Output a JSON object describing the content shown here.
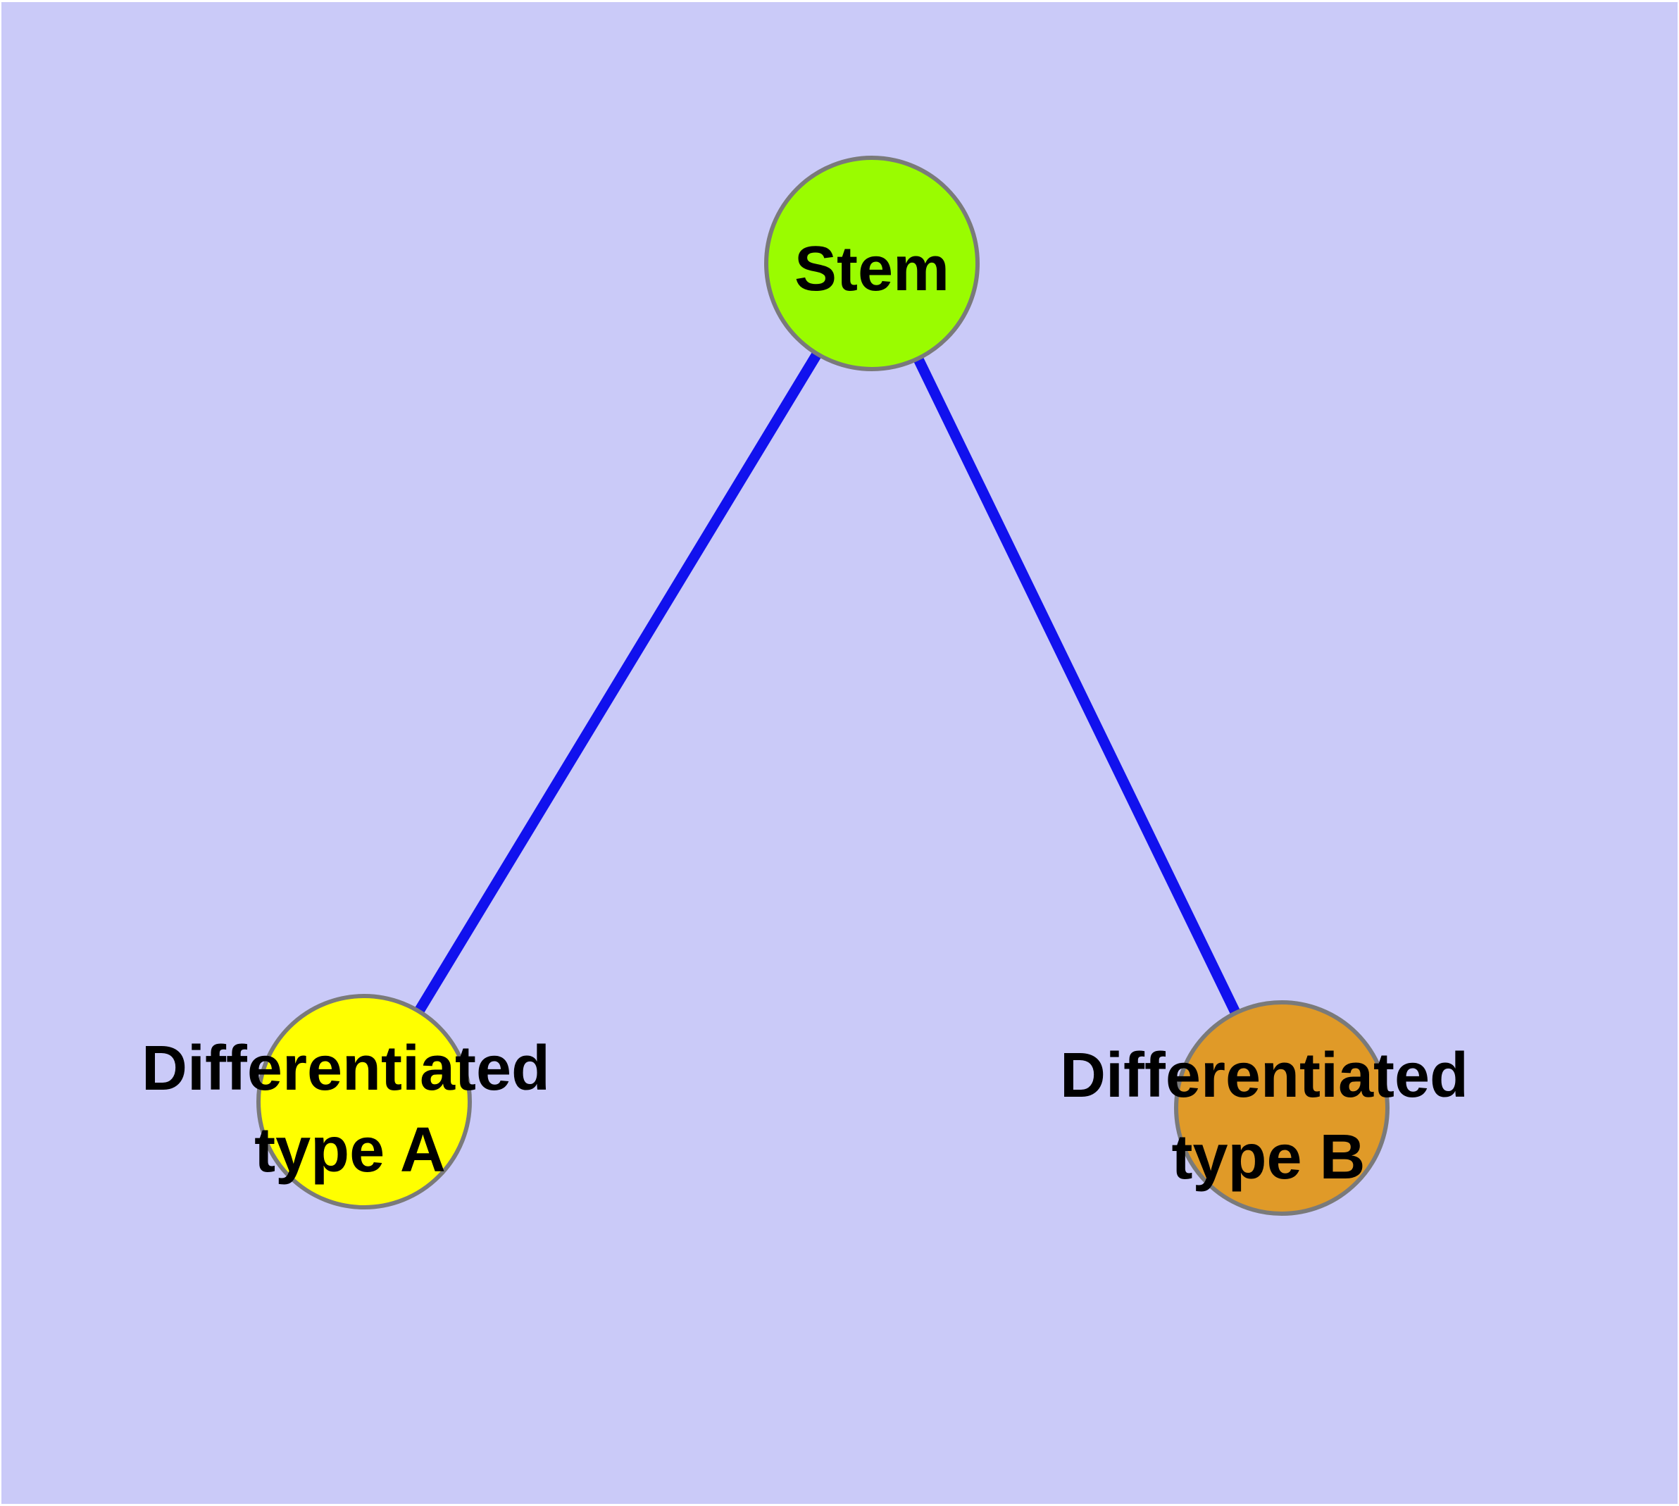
{
  "diagram": {
    "type": "graph",
    "background_color": "#cacaf8",
    "frame_color": "#ffffff",
    "edge_color": "#1111ee",
    "node_border_color": "#7a7a7a",
    "text_color": "#000000",
    "nodes": [
      {
        "id": "stem",
        "label": "Stem",
        "fill": "#9afc00"
      },
      {
        "id": "differentiated-type-a",
        "label": "Differentiated type A",
        "label_line1": "Differentiated",
        "label_line2": "type A",
        "fill": "#ffff00"
      },
      {
        "id": "differentiated-type-b",
        "label": "Differentiated type B",
        "label_line1": "Differentiated",
        "label_line2": "type B",
        "fill": "#e09a28"
      }
    ],
    "edges": [
      {
        "from": "Stem",
        "to": "Differentiated type A"
      },
      {
        "from": "Stem",
        "to": "Differentiated type B"
      }
    ]
  }
}
